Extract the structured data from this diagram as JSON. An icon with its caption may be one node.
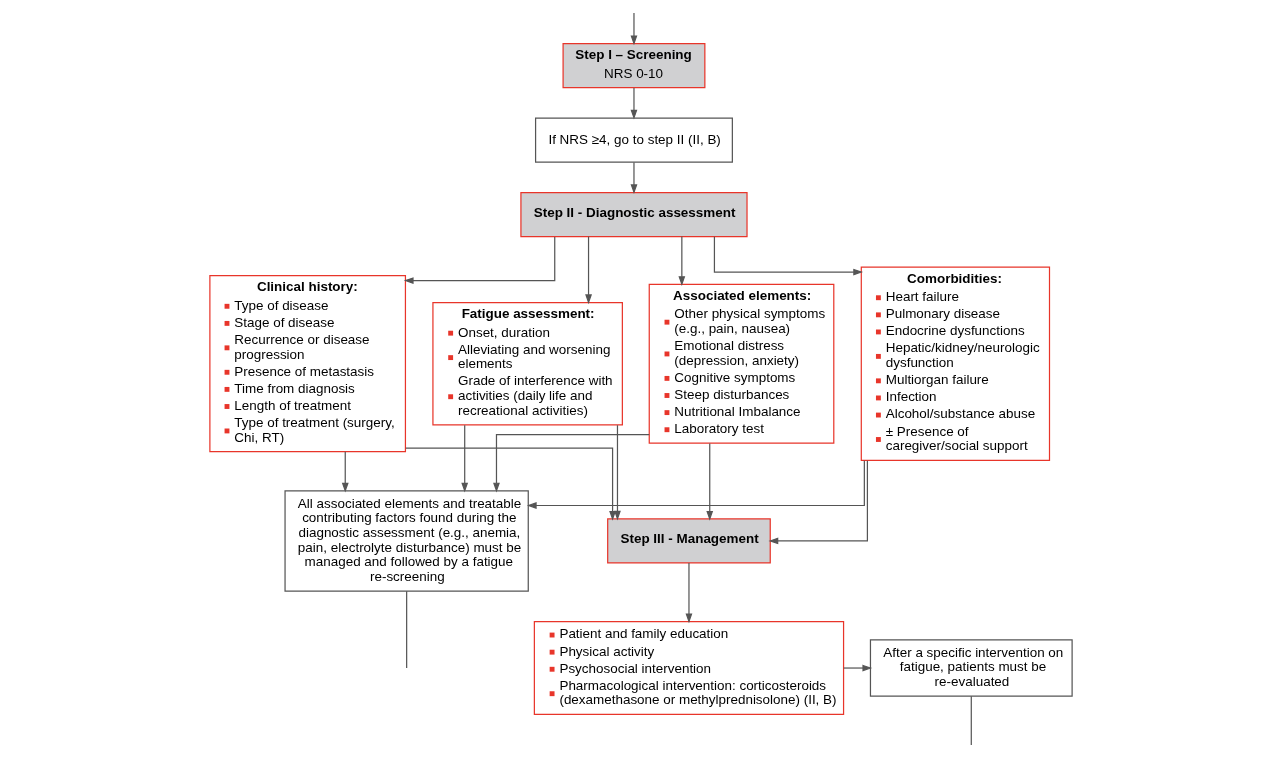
{
  "diagram": {
    "nodes": [
      {
        "text": [
          "Step I – Screening",
          "NRS 0-10"
        ]
      },
      {
        "text": [
          "If NRS ≥4, go to step II (II, B)"
        ]
      },
      {
        "text": [
          "Step II - Diagnostic assessment"
        ]
      },
      {
        "text": [
          "Clinical history:",
          "Type of disease",
          "Stage of disease",
          "Recurrence or disease progression",
          "Presence of metastasis",
          "Time from diagnosis",
          "Length of treatment",
          "Type of treatment (surgery, Chi, RT)"
        ]
      },
      {
        "text": [
          "Fatigue assessment:",
          "Onset, duration",
          "Alleviating and worsening elements",
          "Grade of interference with activities (daily life and recreational activities)"
        ]
      },
      {
        "text": [
          "Associated elements:",
          "Other physical symptoms (e.g., pain, nausea)",
          "Emotional distress (depression, anxiety)",
          "Cognitive symptoms",
          "Steep disturbances",
          "Nutritional Imbalance",
          "Laboratory test"
        ]
      },
      {
        "text": [
          "Comorbidities:",
          "Heart failure",
          "Pulmonary disease",
          "Endocrine dysfunctions",
          "Hepatic/kidney/neurologic dysfunction",
          "Multiorgan failure",
          "Infection",
          "Alcohol/substance abuse",
          "± Presence of caregiver/social support"
        ]
      },
      {
        "text": [
          "All associated elements and treatable contributing factors found during the diagnostic assessment (e.g., anemia, pain, electrolyte disturbance) must be managed and followed by a fatigue re-screening"
        ]
      },
      {
        "text": [
          "Step III - Management"
        ]
      },
      {
        "text": [
          "Patient and family education",
          "Physical activity",
          "Psychosocial intervention",
          "Pharmacological intervention: corticosteroids (dexamethasone or methylprednisolone) (II, B)"
        ]
      },
      {
        "text": [
          "After a specific intervention on fatigue, patients must be re-evaluated"
        ]
      }
    ],
    "edges": [
      {
        "from": null,
        "to": 0,
        "arrow": "to"
      },
      {
        "from": 0,
        "to": 1,
        "arrow": "to"
      },
      {
        "from": 1,
        "to": 2,
        "arrow": "to"
      },
      {
        "from": 2,
        "to": 3,
        "arrow": "to"
      },
      {
        "from": 2,
        "to": 4,
        "arrow": "to"
      },
      {
        "from": 2,
        "to": 5,
        "arrow": "to"
      },
      {
        "from": 2,
        "to": 6,
        "arrow": "to"
      },
      {
        "from": 3,
        "to": 8,
        "arrow": "to"
      },
      {
        "from": 4,
        "to": 8,
        "arrow": "to"
      },
      {
        "from": 5,
        "to": 8,
        "arrow": "to"
      },
      {
        "from": 6,
        "to": 8,
        "arrow": "to"
      },
      {
        "from": 3,
        "to": 7,
        "arrow": "to"
      },
      {
        "from": 4,
        "to": 7,
        "arrow": "to"
      },
      {
        "from": 5,
        "to": 7,
        "arrow": "to"
      },
      {
        "from": 6,
        "to": 7,
        "arrow": "to"
      },
      {
        "from": 8,
        "to": 9,
        "arrow": "to"
      },
      {
        "from": 9,
        "to": 10,
        "arrow": "to"
      },
      {
        "from": 7,
        "to": null,
        "arrow": "none"
      },
      {
        "from": 10,
        "to": null,
        "arrow": "none"
      }
    ]
  }
}
